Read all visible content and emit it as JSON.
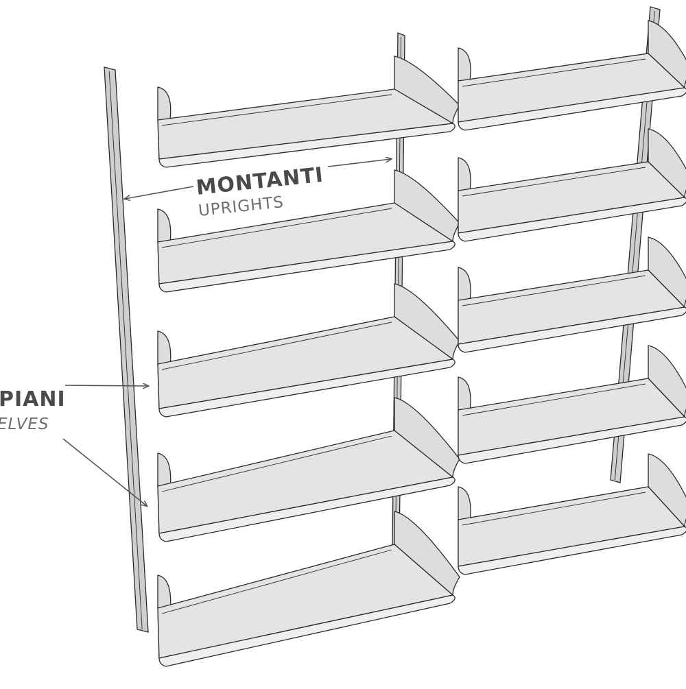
{
  "labels": {
    "uprights": {
      "title": "MONTANTI",
      "subtitle": "UPRIGHTS"
    },
    "shelves": {
      "title": "PIANI",
      "subtitle": "ELVES"
    }
  },
  "colors": {
    "shelf_fill": "#d9d9d9",
    "shelf_top": "#e4e4e4",
    "shelf_under": "#efefef",
    "outline": "#2a2a2a",
    "upright_fill": "#cfcfcf",
    "label_text": "#4a4a4a",
    "sublabel_text": "#6e6e6e"
  },
  "structure": {
    "uprights_count": 3,
    "shelf_columns": 2,
    "shelf_rows": 5
  }
}
